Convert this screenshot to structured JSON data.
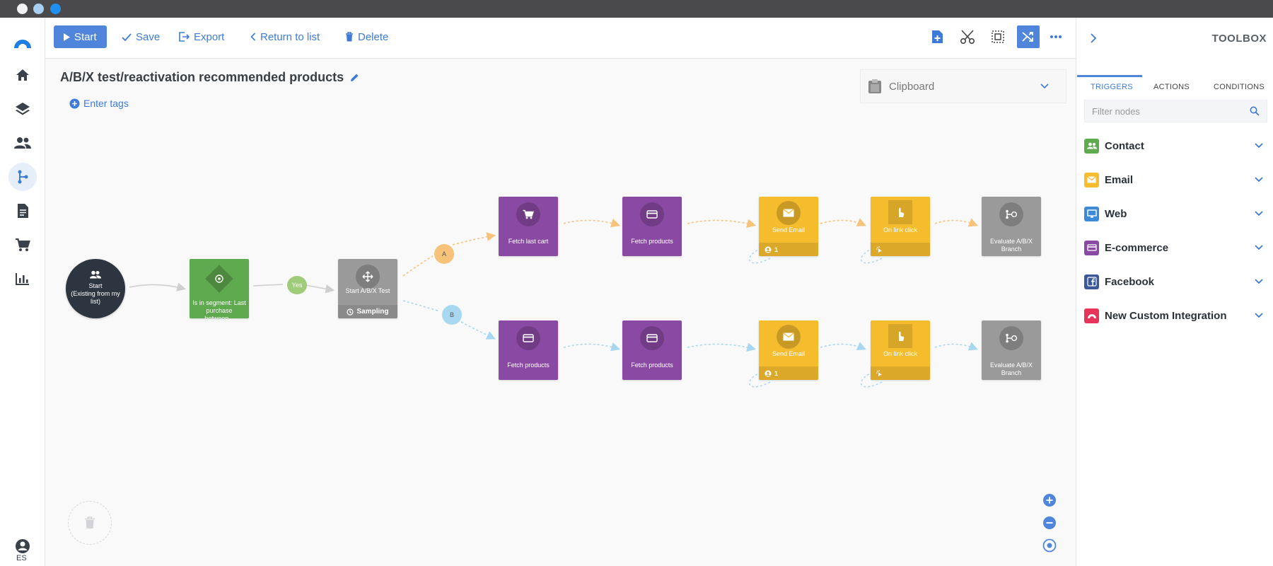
{
  "toolbar": {
    "start_label": "Start",
    "save_label": "Save",
    "export_label": "Export",
    "return_label": "Return to list",
    "delete_label": "Delete"
  },
  "workflow": {
    "title": "A/B/X test/reactivation recommended products",
    "tags_label": "Enter tags",
    "clipboard_label": "Clipboard"
  },
  "nodes": {
    "start": {
      "line1": "Start",
      "line2": "(Existing from my",
      "line3": "list)"
    },
    "segment": {
      "label": "Is in segment: Last purchase between..."
    },
    "yes_label": "Yes",
    "abtest": {
      "label": "Start A/B/X Test",
      "footer": "Sampling"
    },
    "branch_a": "A",
    "branch_b": "B",
    "a1": "Fetch last cart",
    "a2": "Fetch products",
    "a3": {
      "label": "Send Email",
      "count": "1"
    },
    "a4": {
      "label": "On link click"
    },
    "a5": "Evaluate A/B/X Branch",
    "b1": "Fetch products",
    "b2": "Fetch products",
    "b3": {
      "label": "Send Email",
      "count": "1"
    },
    "b4": {
      "label": "On link click"
    },
    "b5": "Evaluate A/B/X Branch"
  },
  "user": {
    "language": "ES"
  },
  "toolbox": {
    "title": "TOOLBOX",
    "tabs": [
      {
        "label": "TRIGGERS"
      },
      {
        "label": "ACTIONS"
      },
      {
        "label": "CONDITIONS"
      }
    ],
    "filter_placeholder": "Filter nodes",
    "categories": [
      {
        "label": "Contact",
        "color": "#5faa4e"
      },
      {
        "label": "Email",
        "color": "#f5bc2e"
      },
      {
        "label": "Web",
        "color": "#3d8ad6"
      },
      {
        "label": "E-commerce",
        "color": "#8a4aa3"
      },
      {
        "label": "Facebook",
        "color": "#3b5998"
      },
      {
        "label": "New Custom Integration",
        "color": "#e8335a"
      }
    ]
  },
  "colors": {
    "accent": "#4f86db",
    "branch_a": "#f7c27a",
    "branch_b": "#a8d8ef"
  }
}
